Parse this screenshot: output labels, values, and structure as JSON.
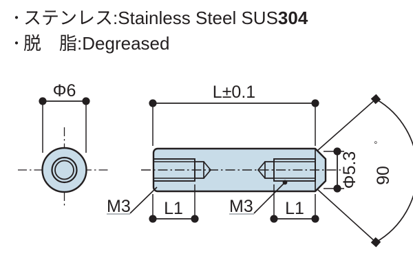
{
  "header": {
    "lines": [
      {
        "bullet": "・",
        "label": "ステンレス",
        "sep": ":",
        "value": "Stainless Steel SUS",
        "value_bold": "304"
      },
      {
        "bullet": "・",
        "label": "脱　脂",
        "sep": ":",
        "value": "Degreased",
        "value_bold": ""
      }
    ]
  },
  "drawing": {
    "title": "Round stainless steel spacer technical drawing",
    "body_fill": "#c8dce8",
    "line_color": "#231f20",
    "dimensions": {
      "outer_diameter": "Φ6",
      "overall_length": "L±0.1",
      "chamfer_diameter": "Φ5.3",
      "chamfer_angle": "90",
      "degree_symbol": "°",
      "thread_left": "M3",
      "thread_right": "M3",
      "thread_depth_left": "L1",
      "thread_depth_right": "L1"
    }
  }
}
